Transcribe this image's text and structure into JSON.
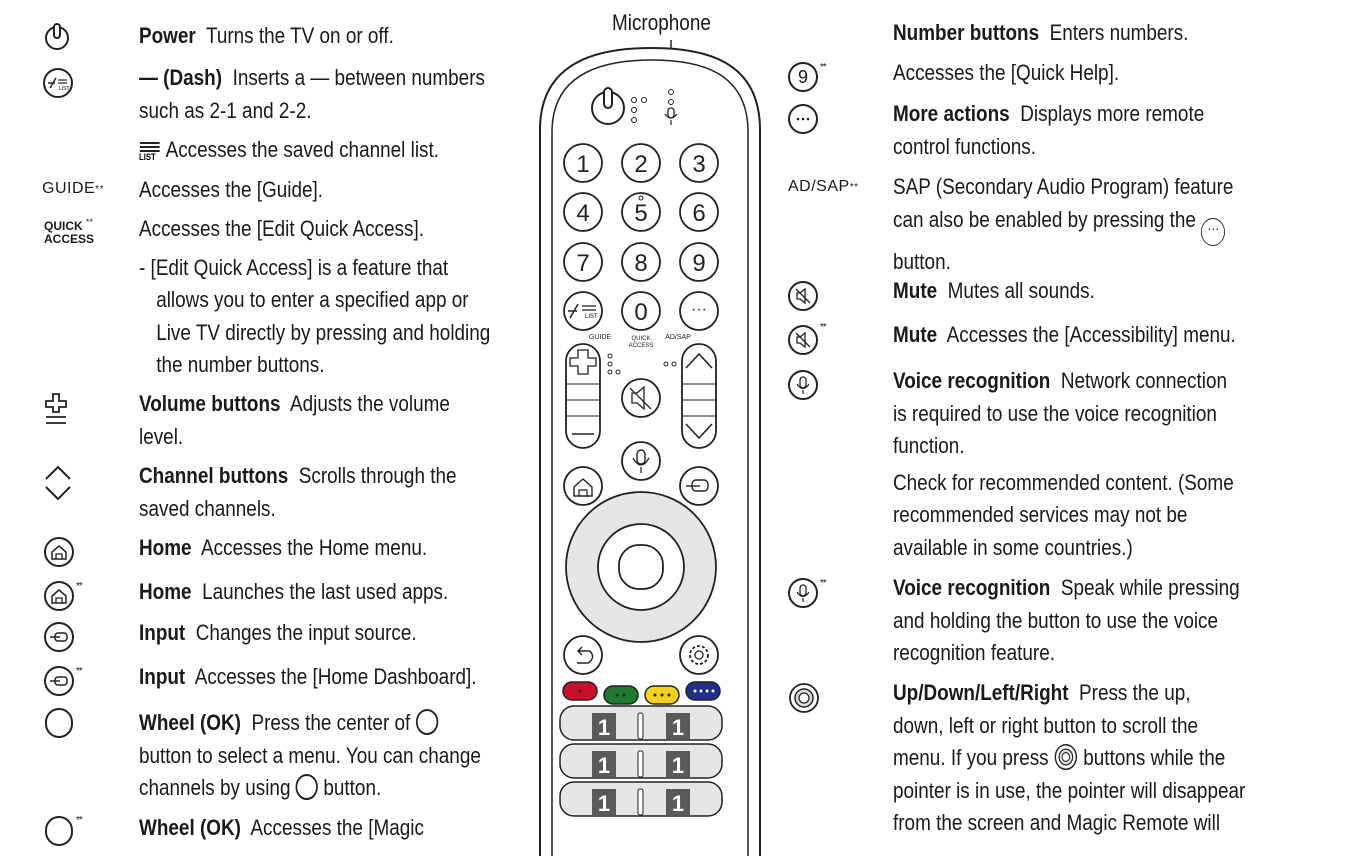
{
  "remote": {
    "microphone_label": "Microphone",
    "buttons": {
      "n1": "1",
      "n2": "2",
      "n3": "3",
      "n4": "4",
      "n5": "5",
      "n6": "6",
      "n7": "7",
      "n8": "8",
      "n9": "9",
      "n0": "0",
      "guide": "GUIDE",
      "quick1": "QUICK",
      "quick2": "ACCESS",
      "adsap": "AD/SAP",
      "more": "···",
      "list": "LIST",
      "ch1": "1",
      "ch2": "1",
      "ch3": "1",
      "ch4": "1",
      "ch5": "1",
      "ch6": "1"
    },
    "colors": {
      "red": "#c8102e",
      "green": "#1e7a2e",
      "yellow": "#f2d21b",
      "blue": "#1f2f8c",
      "body": "#ffffff",
      "panel": "#e6e6e6"
    }
  },
  "left": [
    {
      "icon": "power-icon",
      "title": "Power",
      "lines": [
        "Turns the TV on or off."
      ]
    },
    {
      "icon": "dash-list-icon",
      "title": "— (Dash)",
      "lines": [
        "Inserts a — between numbers",
        "such as 2-1 and 2-2."
      ]
    },
    {
      "icon": "list-icon",
      "title": "",
      "lines": [
        "Accesses the saved channel list."
      ],
      "inline_icon": "LIST"
    },
    {
      "icon": "guide-label",
      "label": "GUIDE",
      "star": "**",
      "title": "",
      "lines": [
        "Accesses the [Guide]."
      ]
    },
    {
      "icon": "quick-access-label",
      "label": "QUICK",
      "label2": "ACCESS",
      "star": "**",
      "title": "",
      "lines": [
        "Accesses the [Edit Quick Access].",
        "- [Edit Quick Access] is a feature that",
        "  allows you to enter a specified app or",
        "  Live TV directly by pressing and holding",
        "  the number buttons."
      ]
    },
    {
      "icon": "volume-icon",
      "title": "Volume buttons",
      "lines": [
        "Adjusts the volume",
        "level."
      ]
    },
    {
      "icon": "channel-icon",
      "title": "Channel buttons",
      "lines": [
        "Scrolls through the",
        "saved channels."
      ]
    },
    {
      "icon": "home-icon",
      "title": "Home",
      "lines": [
        "Accesses the Home menu."
      ]
    },
    {
      "icon": "home-icon",
      "star": "**",
      "title": "Home",
      "lines": [
        "Launches the last used apps."
      ]
    },
    {
      "icon": "input-icon",
      "title": "Input",
      "lines": [
        "Changes the input source."
      ]
    },
    {
      "icon": "input-icon",
      "star": "**",
      "title": "Input",
      "lines": [
        "Accesses the [Home Dashboard]."
      ]
    },
    {
      "icon": "wheel-icon",
      "title": "Wheel (OK)",
      "lines": [
        "Press the center of",
        "button to select a menu. You can change",
        "channels by using",
        "button."
      ]
    },
    {
      "icon": "wheel-icon",
      "star": "**",
      "title": "Wheel (OK)",
      "lines": [
        "Accesses the [Magic"
      ]
    }
  ],
  "right": [
    {
      "title": "Number buttons",
      "lines": [
        "Enters numbers."
      ]
    },
    {
      "icon": "nine-icon",
      "icon_text": "9",
      "star": "**",
      "title": "",
      "lines": [
        "Accesses the [Quick Help]."
      ]
    },
    {
      "icon": "more-icon",
      "title": "More actions",
      "lines": [
        "Displays more remote",
        "control functions."
      ]
    },
    {
      "icon": "adsap-label",
      "label": "AD/SAP",
      "star": "**",
      "title": "",
      "lines": [
        "SAP (Secondary Audio Program) feature",
        "can also be enabled by pressing the",
        "button."
      ]
    },
    {
      "icon": "mute-icon",
      "title": "Mute",
      "lines": [
        "Mutes all sounds."
      ]
    },
    {
      "icon": "mute-icon",
      "star": "**",
      "title": "Mute",
      "lines": [
        "Accesses the [Accessibility] menu."
      ]
    },
    {
      "icon": "mic-icon",
      "title": "Voice recognition",
      "lines": [
        "Network connection",
        "is required to use the voice recognition",
        "function.",
        "Check for recommended content. (Some",
        "recommended services may not be",
        "available in some countries.)"
      ]
    },
    {
      "icon": "mic-icon",
      "star": "**",
      "title": "Voice recognition",
      "lines": [
        "Speak while pressing",
        "and holding the button to use the voice",
        "recognition feature."
      ]
    },
    {
      "icon": "dpad-icon",
      "title": "Up/Down/Left/Right",
      "lines": [
        "Press the up,",
        "down, left or right button to scroll the",
        "menu. If you press",
        "buttons while the",
        "pointer is in use, the pointer will disappear",
        "from the screen and Magic Remote will"
      ]
    }
  ]
}
